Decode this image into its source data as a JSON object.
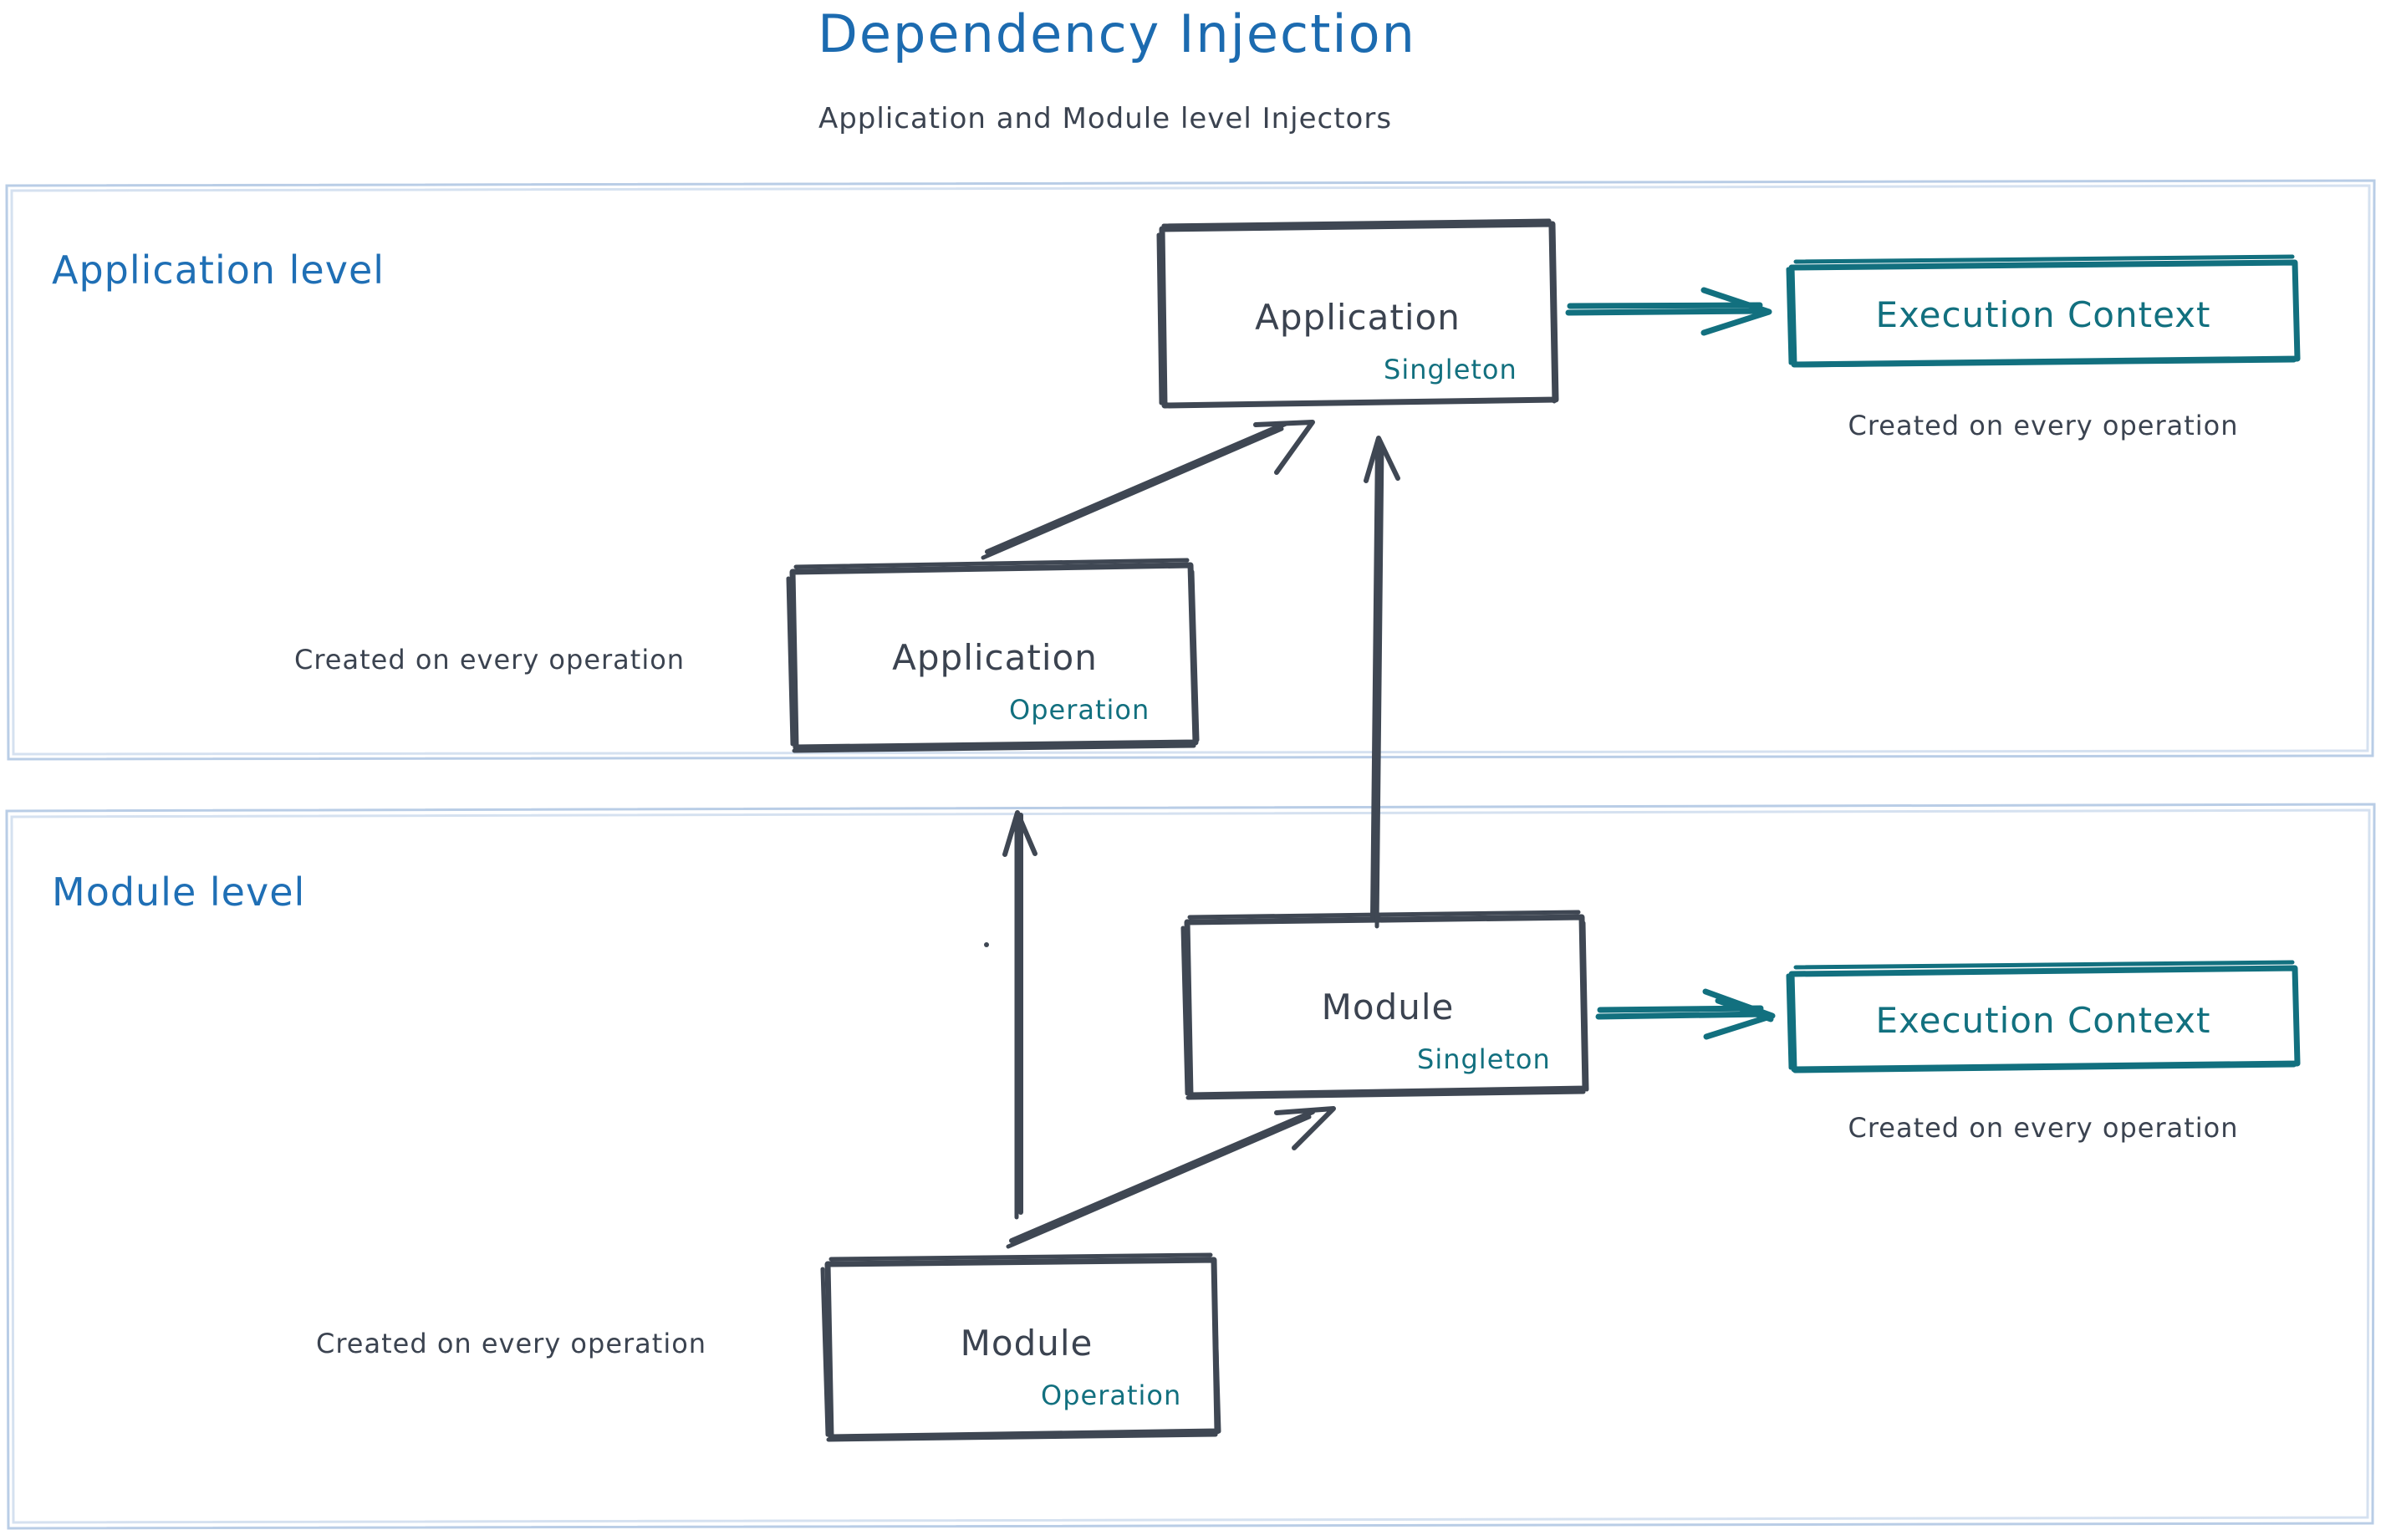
{
  "header": {
    "title": "Dependency Injection",
    "subtitle": "Application and Module level Injectors",
    "title_color": "#1c6bb0",
    "subtitle_color": "#3b4350"
  },
  "colors": {
    "frame_border": "#b9cde6",
    "node_stroke": "#3f4753",
    "accent_teal": "#12707f",
    "accent_blue": "#1f6fb5",
    "text_dark": "#3b4350",
    "background": "#ffffff"
  },
  "sections": [
    {
      "id": "application-level",
      "label": "Application level",
      "nodes": [
        {
          "id": "application-singleton",
          "title": "Application",
          "scope": "Singleton",
          "kind": "node"
        },
        {
          "id": "application-execution-context",
          "title": "Execution Context",
          "kind": "execution-context",
          "note": "Created on every operation"
        },
        {
          "id": "application-operation",
          "title": "Application",
          "scope": "Operation",
          "kind": "node",
          "note": "Created on every operation"
        }
      ],
      "edges": [
        {
          "from": "application-operation",
          "to": "application-singleton",
          "style": "sketch-arrow"
        },
        {
          "from": "application-singleton",
          "to": "application-execution-context",
          "style": "teal-arrow"
        }
      ]
    },
    {
      "id": "module-level",
      "label": "Module level",
      "nodes": [
        {
          "id": "module-singleton",
          "title": "Module",
          "scope": "Singleton",
          "kind": "node"
        },
        {
          "id": "module-execution-context",
          "title": "Execution Context",
          "kind": "execution-context",
          "note": "Created on every operation"
        },
        {
          "id": "module-operation",
          "title": "Module",
          "scope": "Operation",
          "kind": "node",
          "note": "Created on every operation"
        }
      ],
      "edges": [
        {
          "from": "module-operation",
          "to": "module-singleton",
          "style": "sketch-arrow"
        },
        {
          "from": "module-singleton",
          "to": "module-execution-context",
          "style": "teal-arrow"
        },
        {
          "from": "module-singleton",
          "to": "application-singleton",
          "style": "sketch-arrow-long"
        },
        {
          "from": "module-operation",
          "to": "application-operation",
          "style": "sketch-arrow-long"
        }
      ]
    }
  ],
  "labels": {
    "app_singleton_title": "Application",
    "app_singleton_scope": "Singleton",
    "app_exec_context": "Execution Context",
    "app_exec_note": "Created on every operation",
    "app_operation_title": "Application",
    "app_operation_scope": "Operation",
    "app_operation_note": "Created on every operation",
    "mod_singleton_title": "Module",
    "mod_singleton_scope": "Singleton",
    "mod_exec_context": "Execution Context",
    "mod_exec_note": "Created on every operation",
    "mod_operation_title": "Module",
    "mod_operation_scope": "Operation",
    "mod_operation_note": "Created on every operation",
    "application_level": "Application level",
    "module_level": "Module level"
  }
}
